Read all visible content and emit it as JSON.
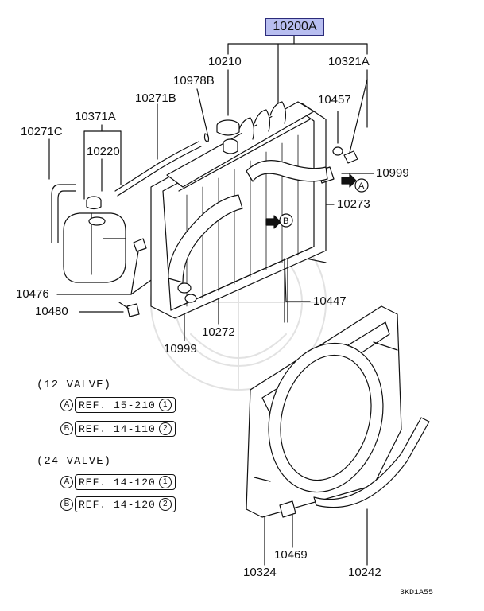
{
  "main_part": "10200A",
  "part_labels": {
    "p10210": "10210",
    "p10321A": "10321A",
    "p10978B": "10978B",
    "p10457": "10457",
    "p10271B": "10271B",
    "p10371A": "10371A",
    "p10271C": "10271C",
    "p10220": "10220",
    "p10999a": "10999",
    "p10273": "10273",
    "p10476": "10476",
    "p10480": "10480",
    "p10447": "10447",
    "p10272": "10272",
    "p10999b": "10999",
    "p10469": "10469",
    "p10324": "10324",
    "p10242": "10242"
  },
  "callouts": {
    "a": "A",
    "b": "B"
  },
  "valve_groups": [
    {
      "title": "(12 VALVE)",
      "refs": [
        {
          "letter": "A",
          "text": "REF. 15-210",
          "num": "1"
        },
        {
          "letter": "B",
          "text": "REF. 14-110",
          "num": "2"
        }
      ]
    },
    {
      "title": "(24 VALVE)",
      "refs": [
        {
          "letter": "A",
          "text": "REF. 14-120",
          "num": "1"
        },
        {
          "letter": "B",
          "text": "REF. 14-120",
          "num": "2"
        }
      ]
    }
  ],
  "diagram_code": "3KD1A55",
  "highlight_color": "#b8bef0"
}
